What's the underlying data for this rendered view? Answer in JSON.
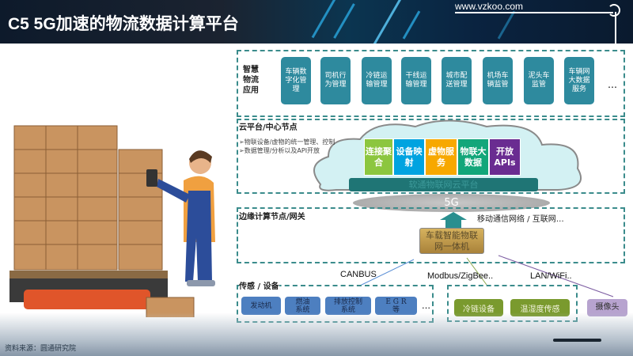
{
  "header": {
    "title": "C5  5G加速的物流数据计算平台",
    "url": "www.vzkoo.com"
  },
  "app_layer": {
    "label": "智慧物流应用",
    "items": [
      "车辆数字化管理",
      "司机行为管理",
      "冷链运输管理",
      "干线运输管理",
      "城市配送管理",
      "机场车辆监管",
      "泥头车监管",
      "车辆网大数据服务"
    ],
    "more": "…"
  },
  "cloud_layer": {
    "label": "云平台/中心节点",
    "bullets": [
      "➢物联设备/虚物的统一管理、控制",
      "➢数据管理/分析以及API开放"
    ],
    "tiles": [
      {
        "label": "连接聚合",
        "color": "#8cc63f"
      },
      {
        "label": "设备映射",
        "color": "#00a3e0"
      },
      {
        "label": "虚物服务",
        "color": "#f7a800"
      },
      {
        "label": "物联大数据",
        "color": "#12a67a"
      },
      {
        "label": "开放APIs",
        "color": "#6a2c91"
      }
    ],
    "platform": "软通物联网云平台",
    "network": "5G"
  },
  "edge_layer": {
    "label": "边缘计算节点/网关",
    "network_text": "移动通信网络 / 互联网…",
    "device": "车载智能物联网一体机"
  },
  "protocols": [
    "CANBUS",
    "Modbus/ZigBee..",
    "LAN/WiFi.."
  ],
  "sensor_layer": {
    "label": "传感 / 设备",
    "vehicle_items": [
      "发动机",
      "燃油系统",
      "排放控制系统",
      "E G R 等"
    ],
    "more": "…",
    "cold_items": [
      "冷链设备",
      "温湿度传感"
    ],
    "camera": "摄像头"
  },
  "source": "资料来源：圆通研究院"
}
